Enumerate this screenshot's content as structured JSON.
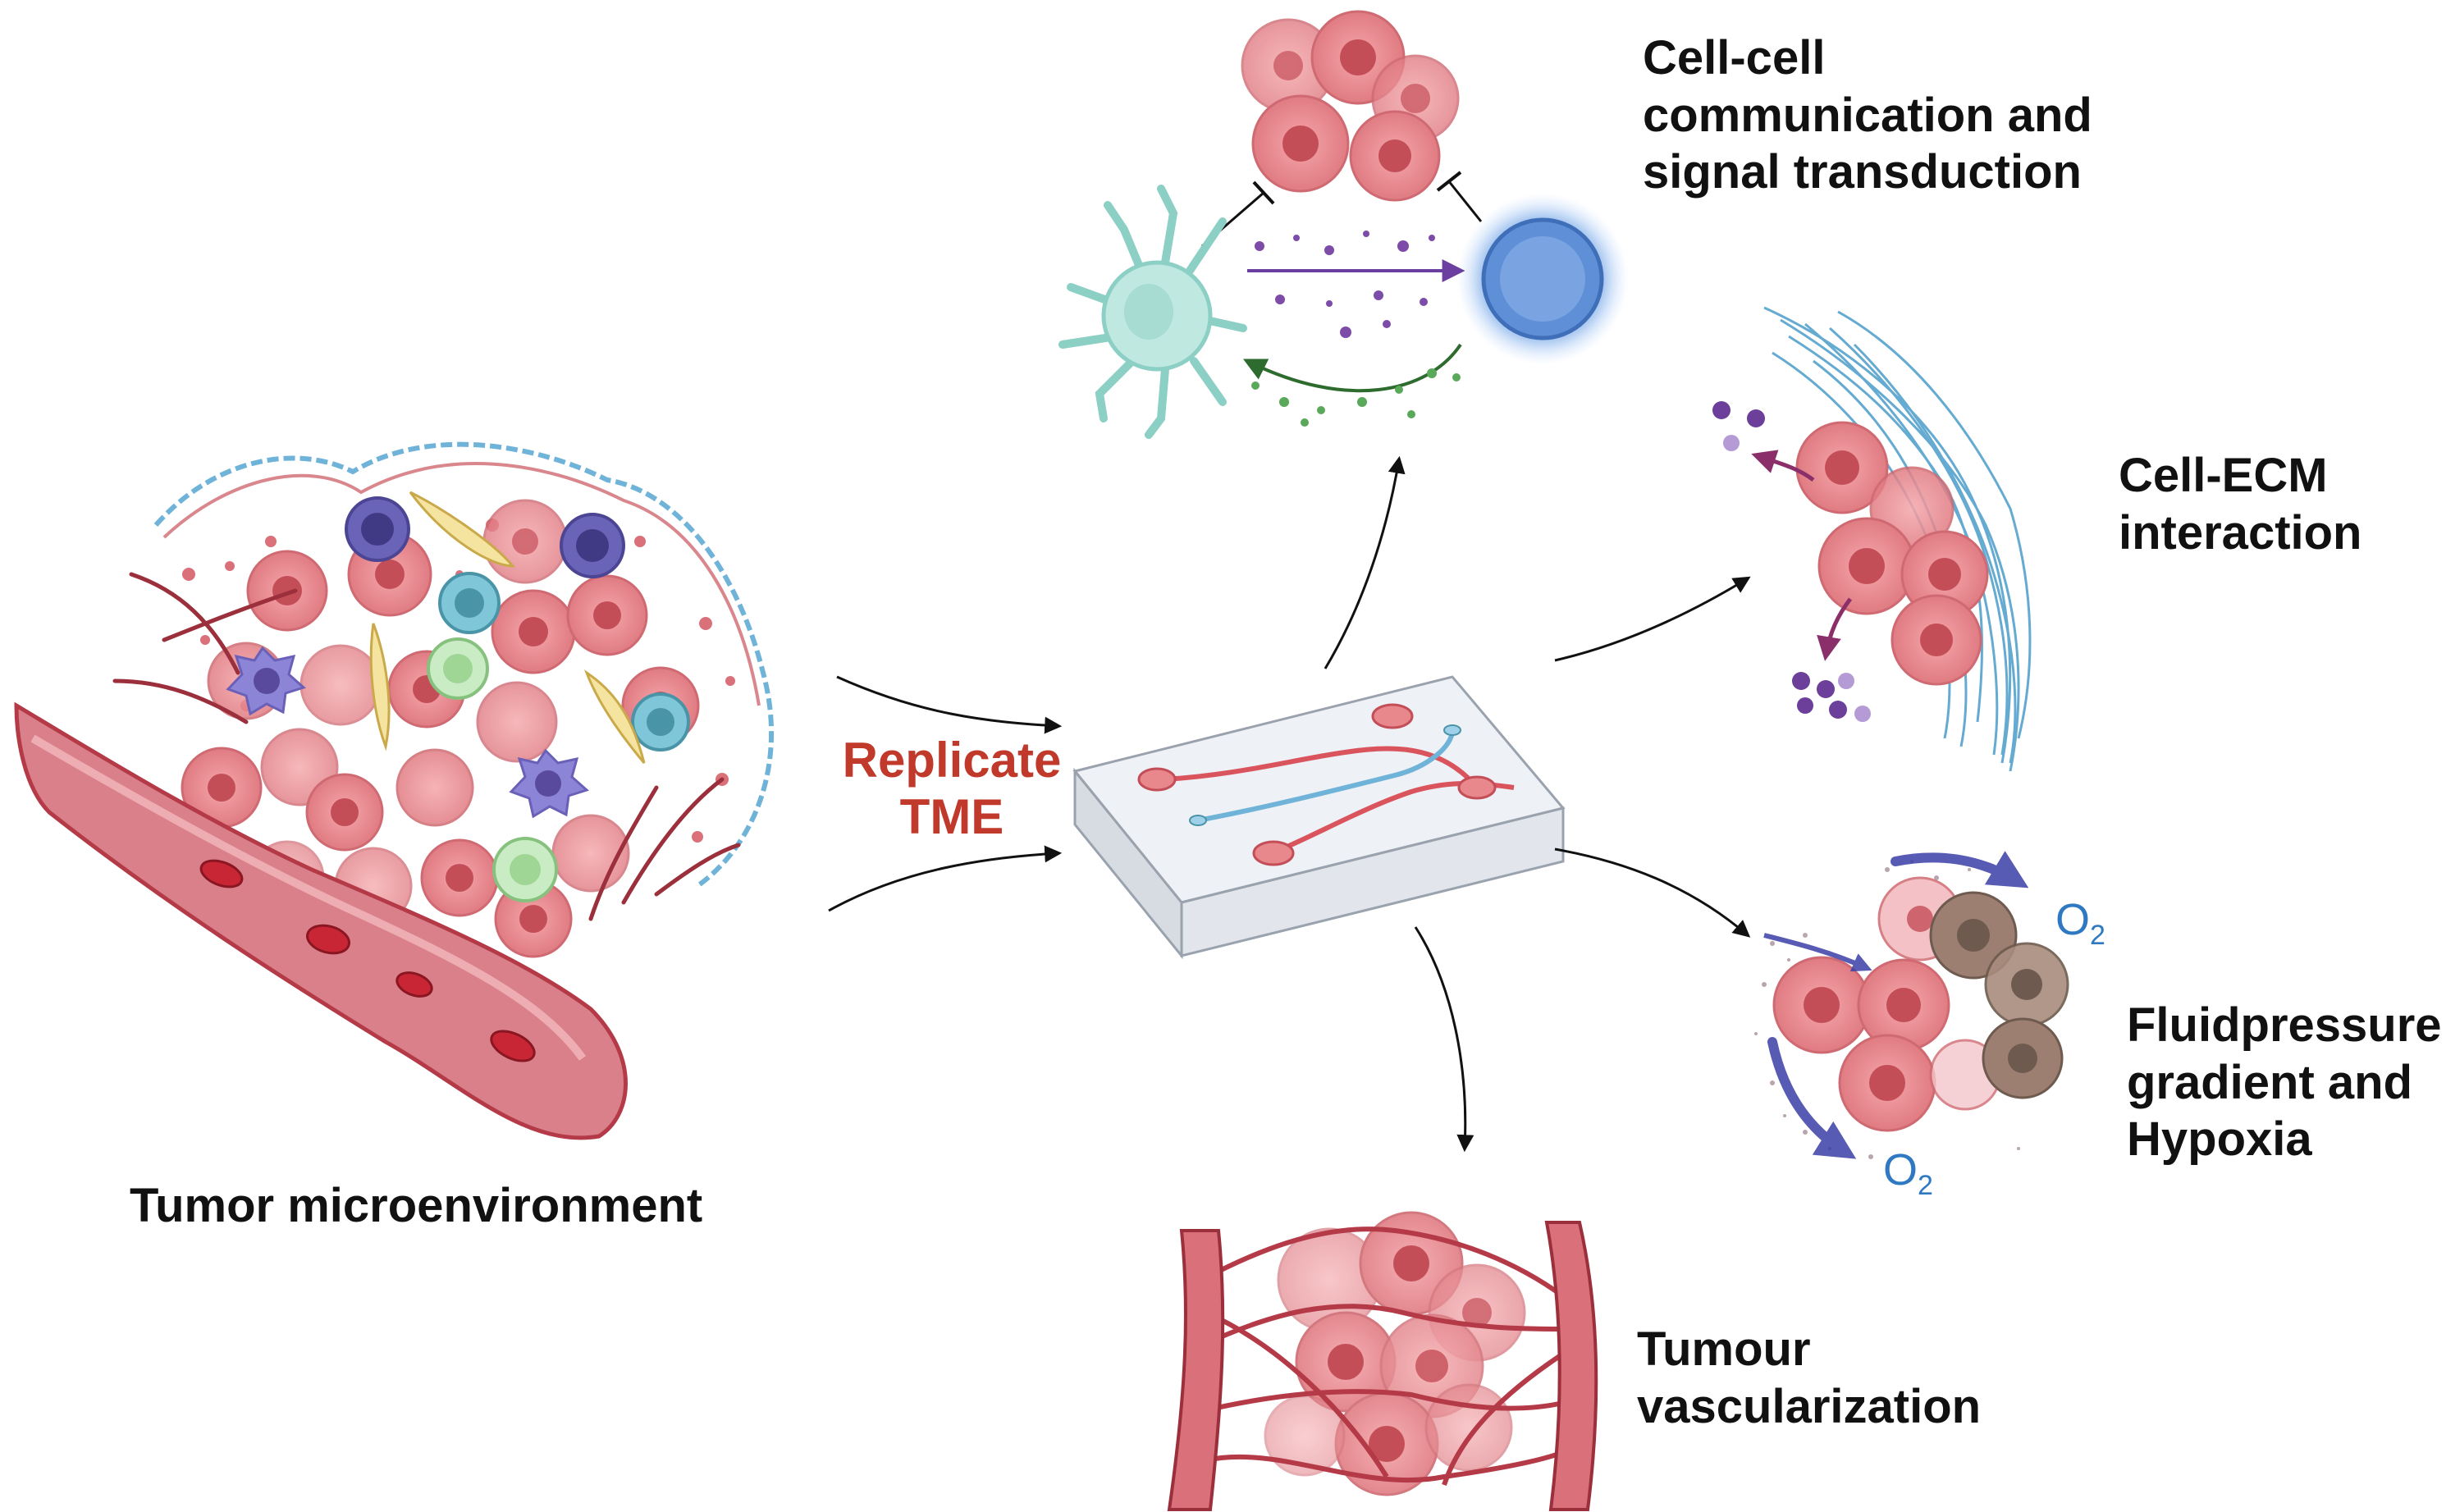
{
  "labels": {
    "tme": "Tumor microenvironment",
    "replicate_line1": "Replicate",
    "replicate_line2": "TME",
    "cellcell_line1": "Cell-cell",
    "cellcell_line2": "communication and",
    "cellcell_line3": "signal transduction",
    "ecm_line1": "Cell-ECM",
    "ecm_line2": "interaction",
    "fluid_line1": "Fluidpressure",
    "fluid_line2": "gradient and",
    "fluid_line3": "Hypoxia",
    "vasc_line1": "Tumour",
    "vasc_line2": "vascularization",
    "o2_symbol": "O",
    "o2_subscript": "2"
  },
  "colors": {
    "accent_red": "#c0392b",
    "tumor_cell": "#e8878c",
    "tumor_cell_dark": "#c9545c",
    "vessel": "#b53a48",
    "ecm_fiber": "#4a9cc9",
    "chip_channel_red": "#d9545c",
    "chip_channel_blue": "#6fb3d9",
    "oxygen_text": "#2f79c2",
    "arrow_blue": "#3b3fa8",
    "immune_purple": "#5a4a9e"
  },
  "icons": [
    "tumor-microenvironment-illustration",
    "organ-on-chip-icon",
    "dendritic-cell-icon",
    "t-cell-icon",
    "tumor-spheroid-icon",
    "ecm-fibers-icon",
    "hypoxic-tumor-cluster-icon",
    "vascularized-tumor-icon"
  ]
}
